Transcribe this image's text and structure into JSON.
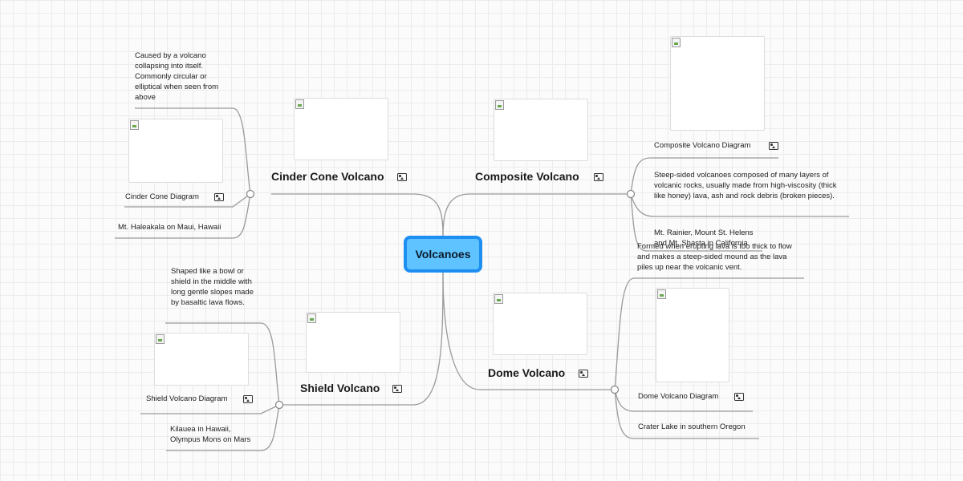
{
  "root": {
    "label": "Volcanoes"
  },
  "branches": {
    "cinder": {
      "label": "Cinder Cone Volcano",
      "leaves": [
        "Caused by a volcano collapsing into itself. Commonly circular or elliptical when seen from above",
        "Cinder Cone Diagram",
        "Mt. Haleakala on Maui, Hawaii"
      ]
    },
    "composite": {
      "label": "Composite Volcano",
      "leaves": [
        "Composite Volcano Diagram",
        "Steep-sided volcanoes composed of many layers of volcanic rocks, usually made from high-viscosity (thick like honey) lava, ash and rock debris (broken pieces).",
        "Mt. Rainier, Mount St. Helens and Mt. Shasta in California"
      ]
    },
    "shield": {
      "label": "Shield Volcano",
      "leaves": [
        "Shaped like a bowl or shield in the middle with long gentle slopes made by basaltic lava flows.",
        "Shield Volcano Diagram",
        "Kilauea in Hawaii, Olympus Mons on Mars"
      ]
    },
    "dome": {
      "label": "Dome Volcano",
      "leaves": [
        "Formed when erupting lava is too thick to flow and makes a steep-sided mound as the lava piles up near the volcanic vent.",
        "Dome Volcano Diagram",
        "Crater Lake in southern Oregon"
      ]
    }
  },
  "icons": {
    "image_icon": "image-icon",
    "broken_image_icon": "broken-image-icon"
  },
  "colors": {
    "root_fill": "#5ec3ff",
    "root_border": "#1d8ff1",
    "connector": "#9a9a9a"
  }
}
